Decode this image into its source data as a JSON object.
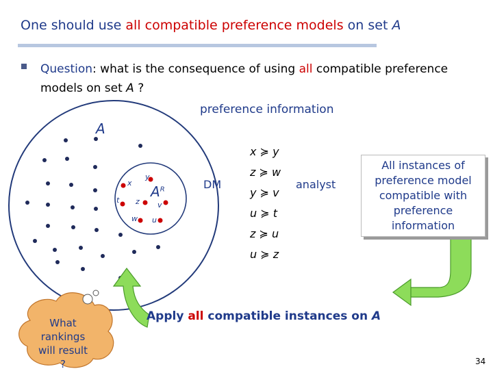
{
  "title": {
    "part1": "One should use ",
    "part2": "all compatible preference models",
    "part3": " on set ",
    "part4": "A"
  },
  "question": {
    "label": "Question",
    "text1": ": what is the consequence of using ",
    "all": "all",
    "text2": " compatible preference models on set ",
    "set": "A",
    "text3": " ?"
  },
  "diagram": {
    "preference_information": "preference information",
    "set_label": "A",
    "subset_label": "A",
    "subset_sup": "R",
    "point_labels": [
      "x",
      "y",
      "t",
      "z",
      "v",
      "w",
      "u"
    ],
    "relations": [
      {
        "a": "x",
        "b": "y"
      },
      {
        "a": "z",
        "b": "w"
      },
      {
        "a": "y",
        "b": "v"
      },
      {
        "a": "u",
        "b": "t"
      },
      {
        "a": "z",
        "b": "u"
      },
      {
        "a": "u",
        "b": "z"
      }
    ],
    "relation_symbol": "≽",
    "dm": "DM",
    "analyst": "analyst",
    "instances_box": "All instances of preference model compatible with preference information",
    "apply": {
      "part1": "Apply ",
      "all": "all",
      "part2": " compatible instances on ",
      "set": "A"
    },
    "cloud_text": "What rankings will result ?"
  },
  "colors": {
    "title_blue": "#1f3a8a",
    "highlight_red": "#cc0000",
    "arrow_green": "#66cc33",
    "circle_stroke": "#223a7a"
  },
  "page_number": "34"
}
